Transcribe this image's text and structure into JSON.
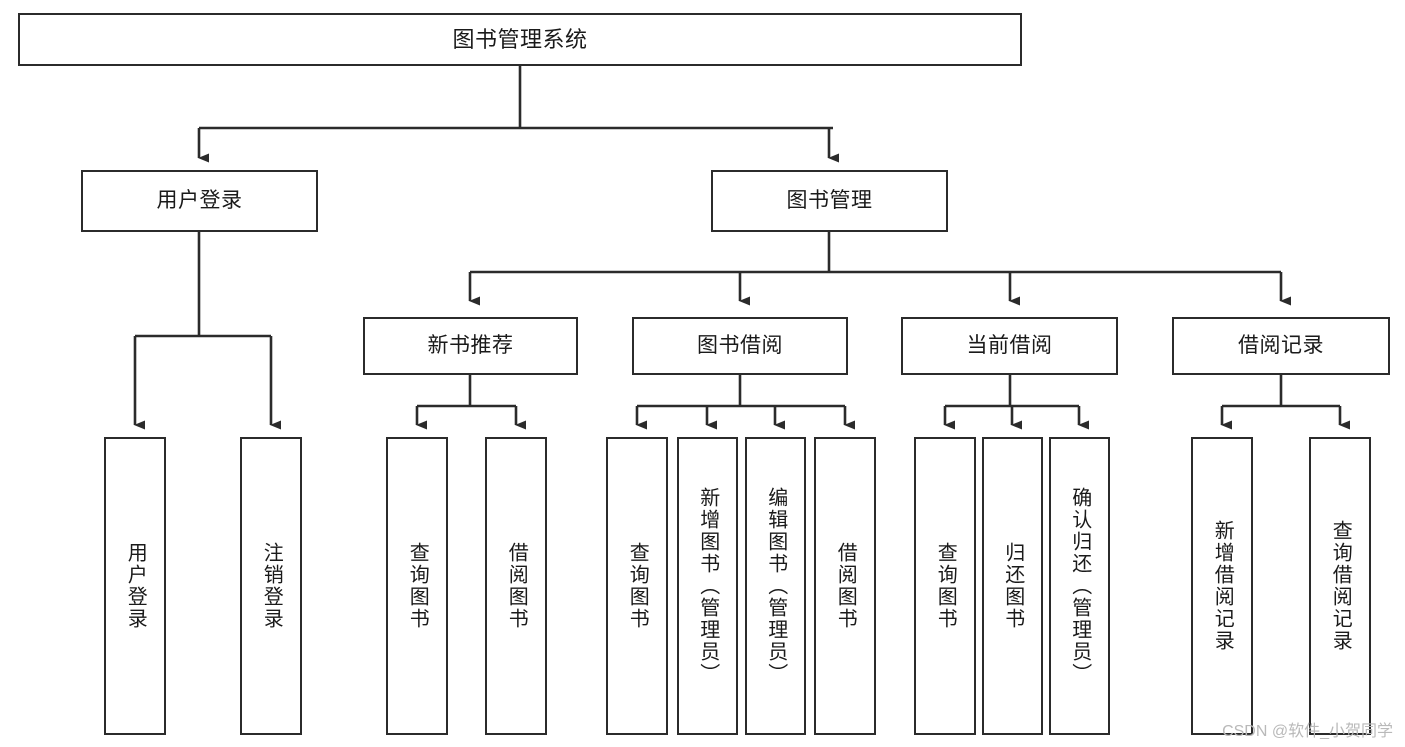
{
  "diagram": {
    "type": "tree",
    "title": "图书管理系统",
    "watermark": "CSDN @软件_小贺同学",
    "colors": {
      "box_border": "#2b2b2b",
      "box_fill": "#ffffff",
      "connector": "#2b2b2b",
      "background": "#ffffff",
      "watermark": "#b9b9b9"
    },
    "levels": {
      "level1": [
        {
          "id": "root",
          "label": "图书管理系统"
        }
      ],
      "level2": [
        {
          "id": "login",
          "label": "用户登录"
        },
        {
          "id": "bookmgmt",
          "label": "图书管理"
        }
      ],
      "level3": [
        {
          "id": "newbook",
          "label": "新书推荐"
        },
        {
          "id": "borrow",
          "label": "图书借阅"
        },
        {
          "id": "current",
          "label": "当前借阅"
        },
        {
          "id": "records",
          "label": "借阅记录"
        }
      ],
      "level4": [
        {
          "id": "leaf-1",
          "parent": "login",
          "label": "用户登录"
        },
        {
          "id": "leaf-2",
          "parent": "login",
          "label": "注销登录"
        },
        {
          "id": "leaf-3",
          "parent": "newbook",
          "label": "查询图书"
        },
        {
          "id": "leaf-4",
          "parent": "newbook",
          "label": "借阅图书"
        },
        {
          "id": "leaf-5",
          "parent": "borrow",
          "label": "查询图书"
        },
        {
          "id": "leaf-6",
          "parent": "borrow",
          "label": "新增图书（管理员）"
        },
        {
          "id": "leaf-7",
          "parent": "borrow",
          "label": "编辑图书（管理员）"
        },
        {
          "id": "leaf-8",
          "parent": "borrow",
          "label": "借阅图书"
        },
        {
          "id": "leaf-9",
          "parent": "current",
          "label": "查询图书"
        },
        {
          "id": "leaf-10",
          "parent": "current",
          "label": "归还图书"
        },
        {
          "id": "leaf-11",
          "parent": "current",
          "label": "确认归还（管理员）"
        },
        {
          "id": "leaf-12",
          "parent": "records",
          "label": "新增借阅记录"
        },
        {
          "id": "leaf-13",
          "parent": "records",
          "label": "查询借阅记录"
        }
      ]
    }
  }
}
